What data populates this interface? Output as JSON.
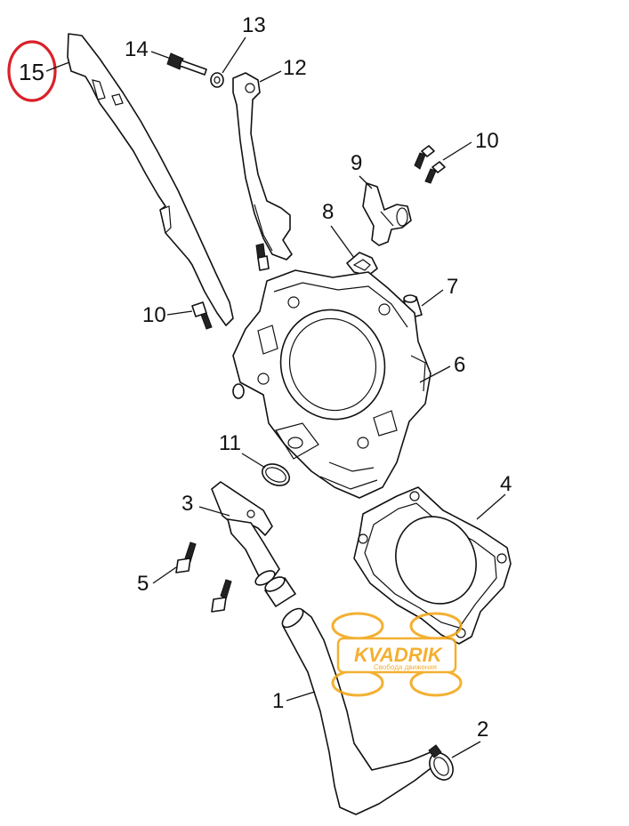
{
  "callouts": {
    "c1": "1",
    "c2": "2",
    "c3": "3",
    "c4": "4",
    "c5": "5",
    "c6": "6",
    "c7": "7",
    "c8": "8",
    "c9": "9",
    "c10a": "10",
    "c10b": "10",
    "c11": "11",
    "c12": "12",
    "c13": "13",
    "c14": "14",
    "c15": "15"
  },
  "highlight": {
    "callout": "15",
    "color": "#d9212b"
  },
  "watermark": {
    "brand": "KVADRIK",
    "tagline": "Свобода движения",
    "color": "#f2a30f"
  }
}
